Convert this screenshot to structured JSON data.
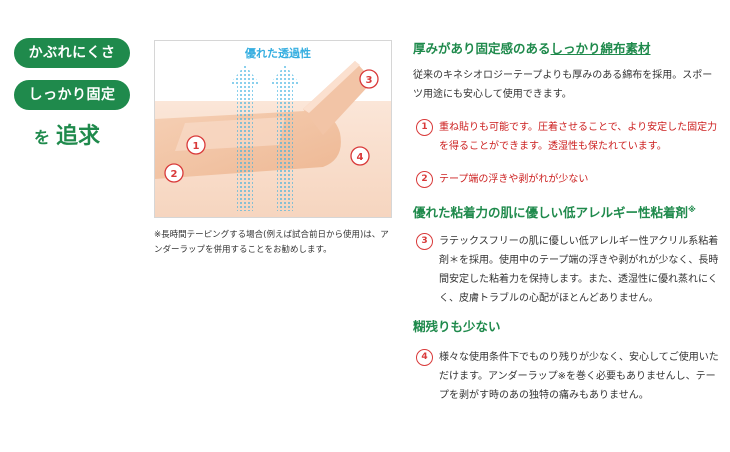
{
  "left": {
    "pill_1": "かぶれにくさ",
    "pill_2": "しっかり固定",
    "pursue_particle": "を",
    "pursue_word": "追求"
  },
  "figure": {
    "arrow_label": "優れた透過性",
    "markers": [
      "1",
      "2",
      "3",
      "4"
    ],
    "colors": {
      "tape": "#f2c4a6",
      "arrow": "#35aee0",
      "marker": "#d93a3a"
    }
  },
  "note": "※長時間テーピングする場合(例えば試合前日から使用)は、アンダーラップを併用することをお勧めします。",
  "sections": [
    {
      "heading_prefix": "厚みがあり固定感のある",
      "heading_underlined": "しっかり綿布素材",
      "intro": "従来のキネシオロジーテープよりも厚みのある綿布を採用。スポーツ用途にも安心して使用できます。",
      "items": [
        {
          "num": "1",
          "text": "重ね貼りも可能です。圧着させることで、より安定した固定力を得ることができます。透湿性も保たれています。"
        },
        {
          "num": "2",
          "text": "テープ端の浮きや剥がれが少ない"
        }
      ]
    },
    {
      "heading": "優れた粘着力の肌に優しい低アレルギー性粘着剤",
      "heading_mark": "※",
      "items": [
        {
          "num": "3",
          "text": "ラテックスフリーの肌に優しい低アレルギー性アクリル系粘着剤＊を採用。使用中のテープ端の浮きや剥がれが少なく、長時間安定した粘着力を保持します。また、透湿性に優れ蒸れにくく、皮膚トラブルの心配がほとんどありません。"
        }
      ]
    },
    {
      "heading": "糊残りも少ない",
      "items": [
        {
          "num": "4",
          "text": "様々な使用条件下でものり残りが少なく、安心してご使用いただけます。アンダーラップ※を巻く必要もありませんし、テープを剥がす時のあの独特の痛みもありません。"
        }
      ]
    }
  ]
}
